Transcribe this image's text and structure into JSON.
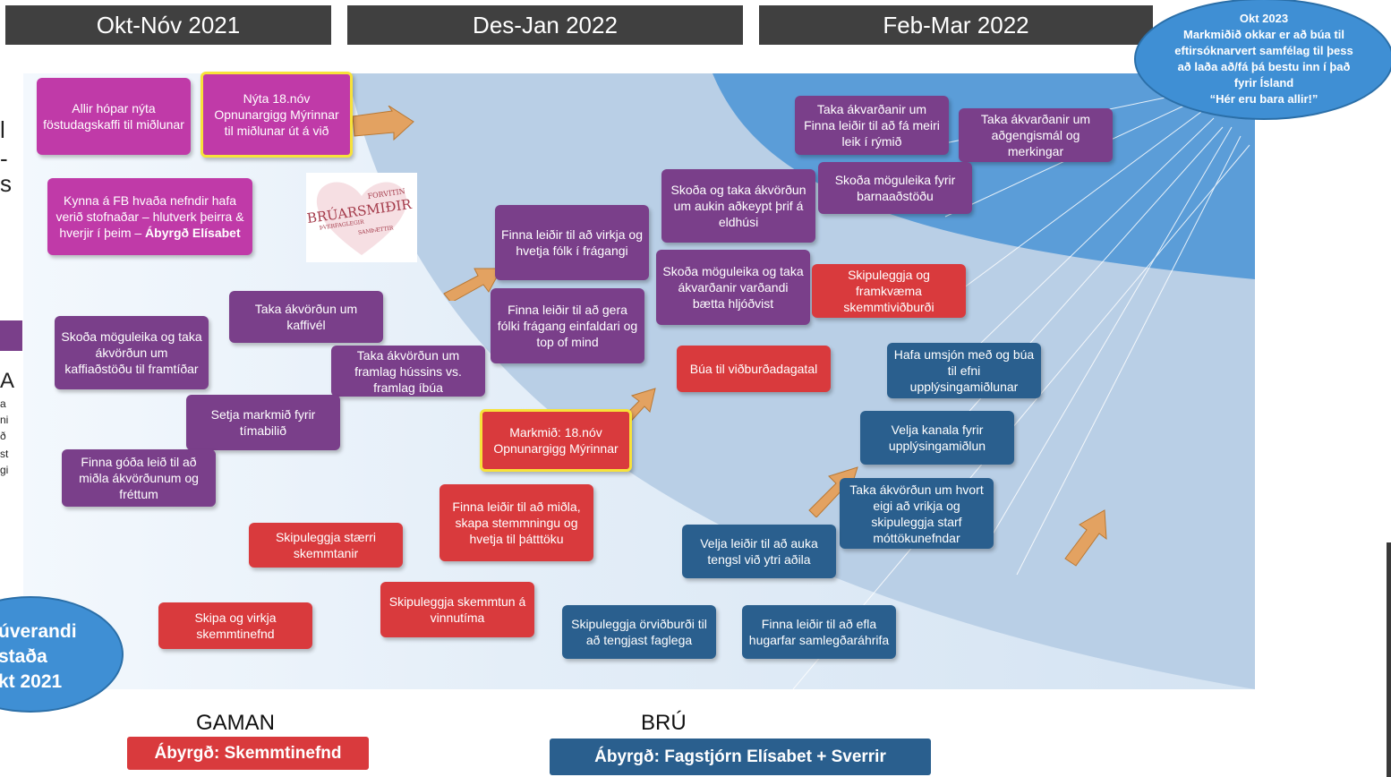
{
  "headers": [
    "Okt-Nóv 2021",
    "Des-Jan 2022",
    "Feb-Mar 2022"
  ],
  "goal": {
    "title": "Okt 2023",
    "text": "Markmiðið okkar er að búa til eftirsóknarvert samfélag til þess að laða að/fá þá bestu inn í það fyrir Ísland",
    "quote": "“Hér eru bara allir!”"
  },
  "current": [
    "úverandi",
    "staða",
    "kt 2021"
  ],
  "tracks": {
    "gaman": {
      "label": "GAMAN",
      "owner": "Ábyrgð: Skemmtinefnd",
      "color": "#d93a3d"
    },
    "bru": {
      "label": "BRÚ",
      "owner": "Ábyrgð: Fagstjórn Elísabet + Sverrir",
      "color": "#2a5f8e"
    }
  },
  "heart_logo": {
    "main": "BRÚARSMIÐIR",
    "line1": "FORVITIN",
    "line2": "ÞVERFAGLEGIR",
    "line3": "SAMÞÆTTIR"
  },
  "left_fragments": [
    "l",
    "-",
    "s",
    "A",
    "a",
    "ni",
    "ð",
    "st",
    "gi"
  ],
  "boxes": [
    {
      "text": "Allir hópar nýta föstudagskaffi til miðlunar"
    },
    {
      "text": "Nýta 18.nóv Opnunargigg Mýrinnar til miðlunar út á við"
    },
    {
      "text": "Kynna á FB hvaða nefndir hafa verið stofnaðar – hlutverk þeirra & hverjir í þeim –",
      "bold": "Ábyrgð Elísabet"
    },
    {
      "text": "Taka ákvörðun um kaffivél"
    },
    {
      "text": "Skoða möguleika og taka ákvörðun um kaffiaðstöðu til framtíðar"
    },
    {
      "text": "Taka ákvörðun um framlag hússins vs. framlag íbúa"
    },
    {
      "text": "Setja markmið fyrir tímabilið"
    },
    {
      "text": "Finna góða leið til að miðla ákvörðunum og fréttum"
    },
    {
      "text": "Finna leiðir til að virkja og hvetja fólk í frágangi"
    },
    {
      "text": "Finna leiðir til að gera fólki frágang einfaldari og top of mind"
    },
    {
      "text": "Skoða og taka ákvörðun um aukin aðkeypt þrif á eldhúsi"
    },
    {
      "text": "Skoða möguleika og taka ákvarðanir varðandi bætta hljóðvist"
    },
    {
      "text": "Taka ákvarðanir um Finna leiðir til að fá meiri leik í rýmið"
    },
    {
      "text": "Taka ákvarðanir um aðgengismál og merkingar"
    },
    {
      "text": "Skoða möguleika fyrir barnaaðstöðu"
    },
    {
      "text": "Skipuleggja og framkvæma skemmtiviðburði"
    },
    {
      "text": "Búa til viðburðadagatal"
    },
    {
      "text": "Markmið: 18.nóv Opnunargigg Mýrinnar"
    },
    {
      "text": "Finna leiðir til að miðla, skapa stemmningu og hvetja til þátttöku"
    },
    {
      "text": "Skipuleggja stærri skemmtanir"
    },
    {
      "text": "Skipuleggja skemmtun á vinnutíma"
    },
    {
      "text": "Skipa og virkja skemmtinefnd"
    },
    {
      "text": "Hafa umsjón með og búa til efni upplýsingamiðlunar"
    },
    {
      "text": "Velja kanala fyrir upplýsingamiðlun"
    },
    {
      "text": "Taka ákvörðun um hvort eigi að vrikja og skipuleggja starf móttökunefndar"
    },
    {
      "text": "Velja leiðir til að auka tengsl við ytri aðila"
    },
    {
      "text": "Skipuleggja örviðburði til að tengjast faglega"
    },
    {
      "text": "Finna leiðir til að efla hugarfar samlegðaráhrifa"
    }
  ]
}
